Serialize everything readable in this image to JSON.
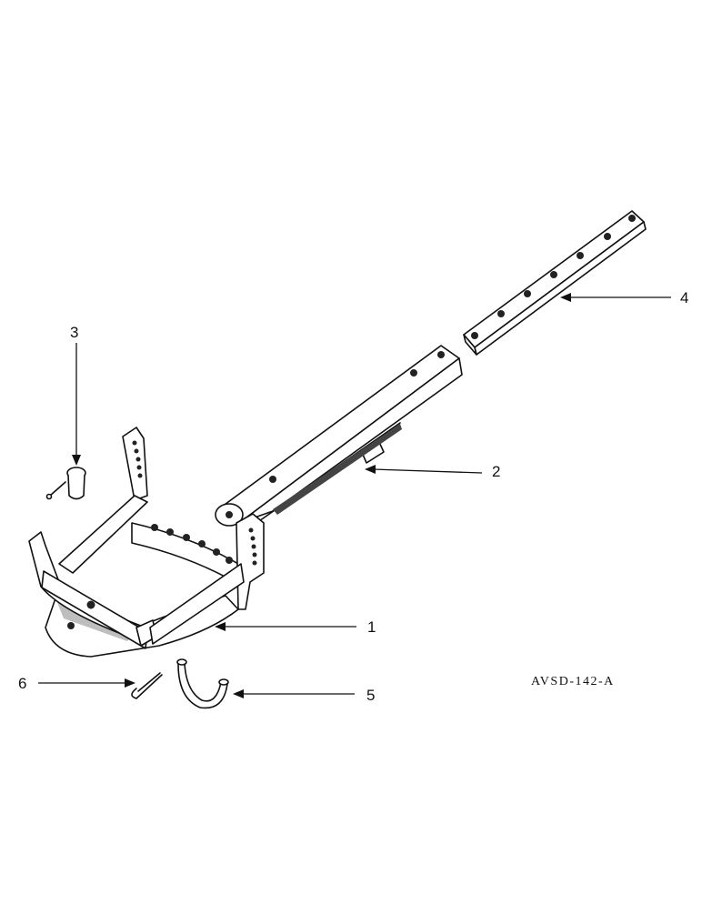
{
  "callouts": {
    "c1": "1",
    "c2": "2",
    "c3": "3",
    "c4": "4",
    "c5": "5",
    "c6": "6"
  },
  "drawing_code": "AVSD-142-A",
  "colors": {
    "ink": "#111111",
    "paper": "#ffffff"
  }
}
